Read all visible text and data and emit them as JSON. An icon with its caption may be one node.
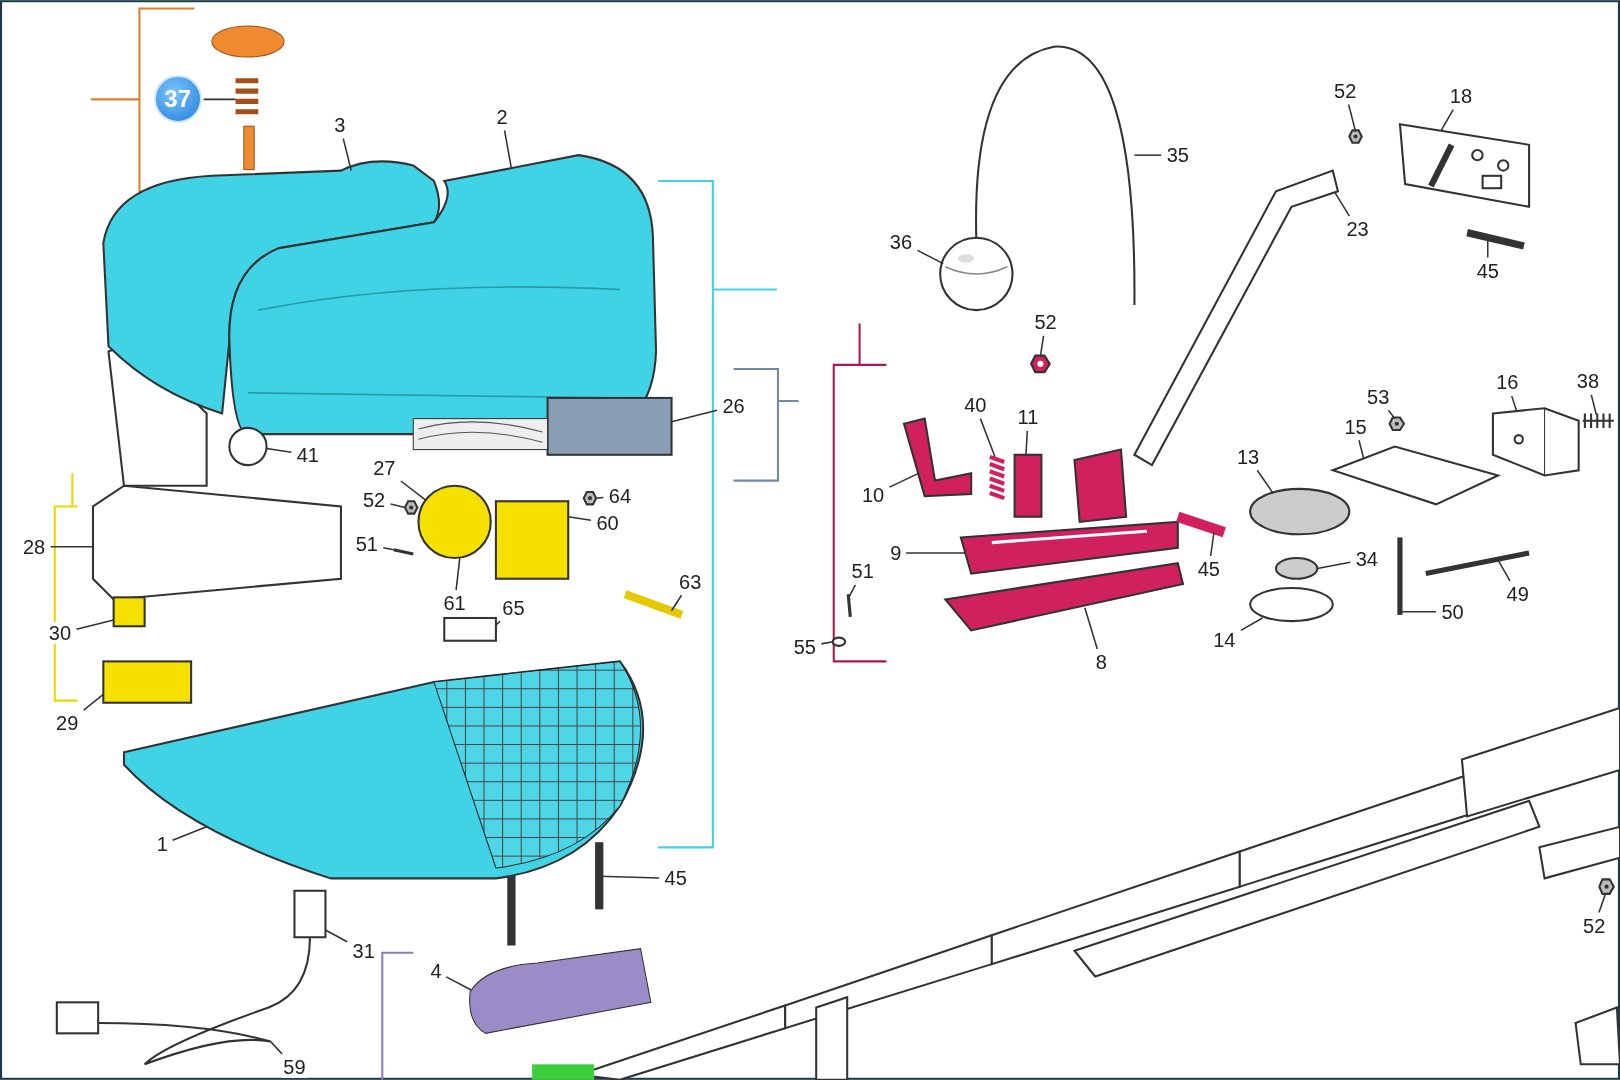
{
  "diagram": {
    "nodes": [
      {
        "text": [
          "37"
        ]
      },
      {
        "text": [
          "3"
        ]
      },
      {
        "text": [
          "2"
        ]
      },
      {
        "text": [
          "35"
        ]
      },
      {
        "text": [
          "52"
        ]
      },
      {
        "text": [
          "18"
        ]
      },
      {
        "text": [
          "36"
        ]
      },
      {
        "text": [
          "23"
        ]
      },
      {
        "text": [
          "45"
        ]
      },
      {
        "text": [
          "52"
        ]
      },
      {
        "text": [
          "53"
        ]
      },
      {
        "text": [
          "16"
        ]
      },
      {
        "text": [
          "38"
        ]
      },
      {
        "text": [
          "40"
        ]
      },
      {
        "text": [
          "11"
        ]
      },
      {
        "text": [
          "26"
        ]
      },
      {
        "text": [
          "41"
        ]
      },
      {
        "text": [
          "15"
        ]
      },
      {
        "text": [
          "13"
        ]
      },
      {
        "text": [
          "27"
        ]
      },
      {
        "text": [
          "52"
        ]
      },
      {
        "text": [
          "64"
        ]
      },
      {
        "text": [
          "10"
        ]
      },
      {
        "text": [
          "28"
        ]
      },
      {
        "text": [
          "60"
        ]
      },
      {
        "text": [
          "51"
        ]
      },
      {
        "text": [
          "9"
        ]
      },
      {
        "text": [
          "45"
        ]
      },
      {
        "text": [
          "34"
        ]
      },
      {
        "text": [
          "49"
        ]
      },
      {
        "text": [
          "61"
        ]
      },
      {
        "text": [
          "65"
        ]
      },
      {
        "text": [
          "63"
        ]
      },
      {
        "text": [
          "51"
        ]
      },
      {
        "text": [
          "50"
        ]
      },
      {
        "text": [
          "30"
        ]
      },
      {
        "text": [
          "55"
        ]
      },
      {
        "text": [
          "8"
        ]
      },
      {
        "text": [
          "14"
        ]
      },
      {
        "text": [
          "29"
        ]
      },
      {
        "text": [
          "1"
        ]
      },
      {
        "text": [
          "45"
        ]
      },
      {
        "text": [
          "52"
        ]
      },
      {
        "text": [
          "31"
        ]
      },
      {
        "text": [
          "4"
        ]
      },
      {
        "text": [
          "59"
        ]
      },
      {
        "text": [],
        "shape": "picture"
      },
      {
        "text": [],
        "shape": "picture"
      },
      {
        "text": [],
        "shape": "picture"
      },
      {
        "text": [],
        "shape": "picture"
      },
      {
        "text": [],
        "shape": "picture"
      },
      {
        "text": [],
        "shape": "picture"
      },
      {
        "text": [],
        "shape": "picture"
      },
      {
        "text": [],
        "shape": "picture"
      },
      {
        "text": [],
        "shape": "picture"
      },
      {
        "text": [],
        "shape": "picture"
      },
      {
        "text": [],
        "shape": "picture"
      },
      {
        "text": [],
        "shape": "picture"
      },
      {
        "text": [],
        "shape": "picture"
      },
      {
        "text": [],
        "shape": "picture"
      },
      {
        "text": [],
        "shape": "picture"
      },
      {
        "text": [],
        "shape": "picture"
      },
      {
        "text": [],
        "shape": "box"
      },
      {
        "text": [],
        "shape": "picture"
      },
      {
        "text": [],
        "shape": "picture"
      },
      {
        "text": [],
        "shape": "picture"
      },
      {
        "text": [],
        "shape": "picture"
      },
      {
        "text": [],
        "shape": "circle"
      },
      {
        "text": [],
        "shape": "circle"
      },
      {
        "text": [],
        "shape": "circle"
      },
      {
        "text": [],
        "shape": "circle"
      },
      {
        "text": [],
        "shape": "picture"
      },
      {
        "text": [],
        "shape": "picture"
      },
      {
        "text": [],
        "shape": "box"
      },
      {
        "text": [],
        "shape": "picture"
      },
      {
        "text": [],
        "shape": "circle"
      },
      {
        "text": [],
        "shape": "picture"
      },
      {
        "text": [],
        "shape": "circle"
      },
      {
        "text": [],
        "shape": "picture"
      },
      {
        "text": [],
        "shape": "picture"
      },
      {
        "text": [],
        "shape": "box"
      },
      {
        "text": [],
        "shape": "picture"
      },
      {
        "text": [],
        "shape": "box"
      },
      {
        "text": [],
        "shape": "picture"
      },
      {
        "text": [],
        "shape": "box"
      },
      {
        "text": [],
        "shape": "box"
      },
      {
        "text": [],
        "shape": "picture"
      },
      {
        "text": [],
        "shape": "picture"
      },
      {
        "text": [],
        "shape": "picture"
      },
      {
        "text": [],
        "shape": "box"
      },
      {
        "text": [],
        "shape": "picture"
      },
      {
        "text": [],
        "shape": "picture"
      }
    ],
    "edges": [
      {
        "from": 0,
        "to": 46,
        "arrow": "none"
      },
      {
        "from": 1,
        "to": 47,
        "arrow": "none"
      },
      {
        "from": 2,
        "to": 48,
        "arrow": "none"
      },
      {
        "from": 3,
        "to": 49,
        "arrow": "none"
      },
      {
        "from": 4,
        "to": 53,
        "arrow": "none"
      },
      {
        "from": 5,
        "to": 52,
        "arrow": "none"
      },
      {
        "from": 6,
        "to": 50,
        "arrow": "none"
      },
      {
        "from": 7,
        "to": 51,
        "arrow": "none"
      },
      {
        "from": 8,
        "to": 54,
        "arrow": "none"
      },
      {
        "from": 9,
        "to": 55,
        "arrow": "none"
      },
      {
        "from": 10,
        "to": 57,
        "arrow": "none"
      },
      {
        "from": 11,
        "to": 58,
        "arrow": "none"
      },
      {
        "from": 12,
        "to": 59,
        "arrow": "none"
      },
      {
        "from": 13,
        "to": 61,
        "arrow": "none"
      },
      {
        "from": 14,
        "to": 62,
        "arrow": "none"
      },
      {
        "from": 15,
        "to": 73,
        "arrow": "none"
      },
      {
        "from": 16,
        "to": 75,
        "arrow": "none"
      },
      {
        "from": 17,
        "to": 56,
        "arrow": "none"
      },
      {
        "from": 18,
        "to": 68,
        "arrow": "none"
      },
      {
        "from": 19,
        "to": 77,
        "arrow": "none"
      },
      {
        "from": 20,
        "to": 78,
        "arrow": "none"
      },
      {
        "from": 21,
        "to": 81,
        "arrow": "none"
      },
      {
        "from": 22,
        "to": 60,
        "arrow": "none"
      },
      {
        "from": 23,
        "to": 76,
        "arrow": "none"
      },
      {
        "from": 24,
        "to": 80,
        "arrow": "none"
      },
      {
        "from": 25,
        "to": 79,
        "arrow": "none"
      },
      {
        "from": 26,
        "to": 63,
        "arrow": "none"
      },
      {
        "from": 27,
        "to": 65,
        "arrow": "none"
      },
      {
        "from": 28,
        "to": 69,
        "arrow": "none"
      },
      {
        "from": 29,
        "to": 71,
        "arrow": "none"
      },
      {
        "from": 30,
        "to": 77,
        "arrow": "none"
      },
      {
        "from": 31,
        "to": 82,
        "arrow": "none"
      },
      {
        "from": 32,
        "to": 83,
        "arrow": "none"
      },
      {
        "from": 33,
        "to": 66,
        "arrow": "none"
      },
      {
        "from": 34,
        "to": 72,
        "arrow": "none"
      },
      {
        "from": 35,
        "to": 84,
        "arrow": "none"
      },
      {
        "from": 36,
        "to": 67,
        "arrow": "none"
      },
      {
        "from": 37,
        "to": 64,
        "arrow": "none"
      },
      {
        "from": 38,
        "to": 70,
        "arrow": "none"
      },
      {
        "from": 39,
        "to": 85,
        "arrow": "none"
      },
      {
        "from": 40,
        "to": 86,
        "arrow": "none"
      },
      {
        "from": 41,
        "to": 87,
        "arrow": "none"
      },
      {
        "from": 42,
        "to": 91,
        "arrow": "none"
      },
      {
        "from": 43,
        "to": 89,
        "arrow": "none"
      },
      {
        "from": 44,
        "to": 88,
        "arrow": "none"
      },
      {
        "from": 45,
        "to": 90,
        "arrow": "none"
      }
    ]
  }
}
